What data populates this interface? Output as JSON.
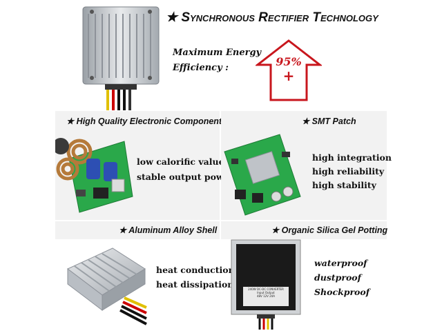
{
  "title": {
    "star": "★",
    "text": "Synchronous Rectifier Technology"
  },
  "efficiency": {
    "line1": "Maximum Energy",
    "line2": "Efficiency :",
    "value": "95%",
    "plus": "+"
  },
  "panels": {
    "components": {
      "heading": "★ High Quality Electronic Components",
      "lines": [
        "low calorific value",
        "stable output power"
      ]
    },
    "smt": {
      "heading": "★ SMT Patch",
      "lines": [
        "high integration",
        "high reliability",
        "high stability"
      ]
    },
    "shell": {
      "heading": "★ Aluminum Alloy Shell",
      "lines": [
        "heat conduction",
        "heat dissipation"
      ]
    },
    "potting": {
      "heading": "★ Organic Silica Gel Potting",
      "lines": [
        "waterproof",
        "dustproof",
        "Shockproof"
      ]
    }
  },
  "label": {
    "title": "240W DC-DC CONVERTER",
    "col1": "Input",
    "col2": "Output",
    "in": "48V",
    "out": "12V 20A"
  },
  "colors": {
    "arrow": "#c8161d",
    "panel": "#f2f2f2",
    "pcb": "#2aa84a",
    "aluminum": "#c9cdd2"
  }
}
